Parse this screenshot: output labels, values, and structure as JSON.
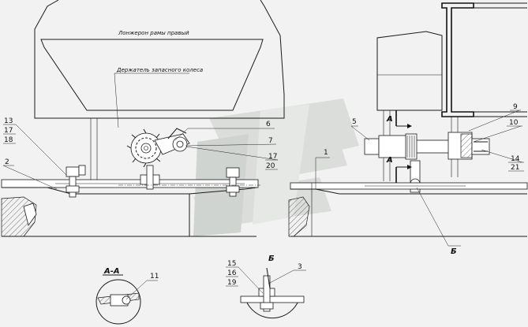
{
  "notes": {
    "frame_member": "Лонжерон рамы правый",
    "spare_wheel_holder": "Держатель запасного колеса"
  },
  "sections": {
    "aa": "А-А",
    "b": "Б",
    "cut_mark_top": "А",
    "cut_mark_bottom": "А",
    "view_mark": "Б"
  },
  "callouts": {
    "c1": "1",
    "c2": "2",
    "c3": "3",
    "c5": "5",
    "c6": "6",
    "c7": "7",
    "c9": "9",
    "c10": "10",
    "c11": "11",
    "c13": "13",
    "c14": "14",
    "c15": "15",
    "c16": "16",
    "c17a": "17",
    "c17b": "17",
    "c18": "18",
    "c19": "19",
    "c20": "20",
    "c21": "21"
  },
  "colors": {
    "background": "#f2f2f2",
    "line": "#1a1a1a",
    "watermark": "#d9dcd9"
  }
}
